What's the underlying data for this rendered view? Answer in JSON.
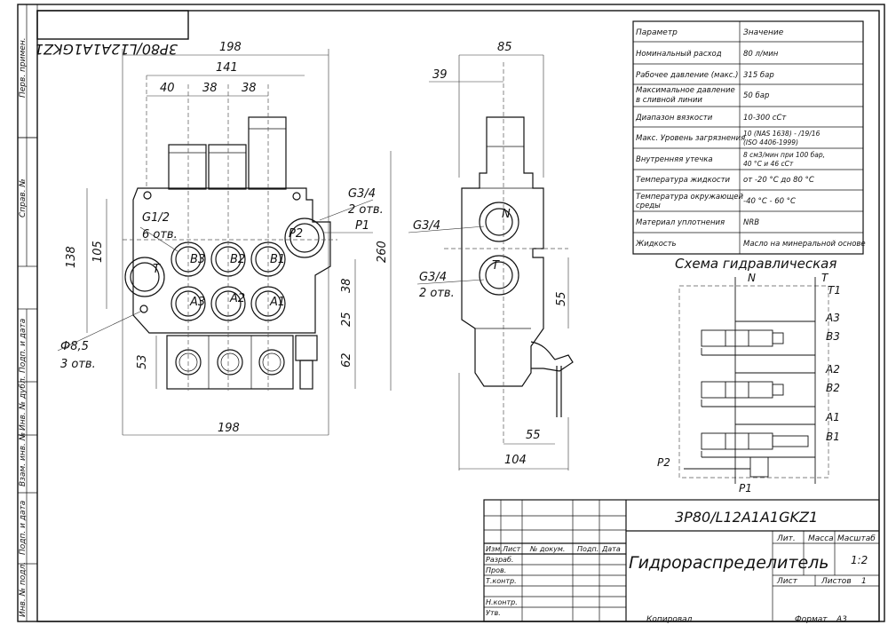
{
  "drawing": {
    "mirrored_code": "3P80/L12A1A1GKZ1",
    "designation": "3P80/L12A1A1GKZ1",
    "name": "Гидрораспределитель",
    "scale": "1:2",
    "sheet_label": "Лист",
    "sheets_label": "Листов",
    "sheets_value": "1",
    "lit_label": "Лит.",
    "mass_label": "Масса",
    "scale_label": "Масштаб",
    "copied_label": "Копировал",
    "format_label": "Формат",
    "format_value": "A3"
  },
  "side_stamp": [
    "Перв. примен.",
    "Справ. №",
    "Подп. и дата",
    "Инв. № дубл.",
    "Взам. инв. №",
    "Подп. и дата",
    "Инв. № подл."
  ],
  "title_block_rows": {
    "header": [
      "Изм.",
      "Лист",
      "№ докум.",
      "Подп.",
      "Дата"
    ],
    "roles": [
      "Разраб.",
      "Пров.",
      "Т.контр.",
      "",
      "Н.контр.",
      "Утв."
    ]
  },
  "front_view": {
    "dims": [
      "198",
      "141",
      "40",
      "38",
      "38",
      "138",
      "105",
      "260",
      "38",
      "25",
      "53",
      "62",
      "198"
    ],
    "labels": {
      "g34": "G3/4",
      "g34_count": "2 отв.",
      "p1": "P1",
      "g12": "G1/2",
      "g12_count": "6 отв.",
      "hole": "Ф8,5",
      "hole_count": "3 отв.",
      "t": "T",
      "p2": "P2",
      "b3": "B3",
      "b2": "B2",
      "b1": "B1",
      "a3": "A3",
      "a2": "A2",
      "a1": "A1"
    }
  },
  "side_view": {
    "dims": [
      "85",
      "39",
      "55",
      "55",
      "104"
    ],
    "labels": {
      "g34_top": "G3/4",
      "g34_bottom": "G3/4",
      "g34_count": "2 отв.",
      "n": "N",
      "t": "T"
    }
  },
  "param_table": {
    "header": [
      "Параметр",
      "Значение"
    ],
    "rows": [
      [
        "Номинальный расход",
        "80 л/мин"
      ],
      [
        "Рабочее давление (макс.)",
        "315 бар"
      ],
      [
        "Максимальное давление в сливной линии",
        "50 бар"
      ],
      [
        "Диапазон вязкости",
        "10-300 сСт"
      ],
      [
        "Макс. Уровень загрязнения",
        "10 (NAS 1638) - /19/16 (ISO 4406-1999)"
      ],
      [
        "Внутренняя утечка",
        "8 см3/мин при 100 бар, 40 °С и 46 сСт"
      ],
      [
        "Температура жидкости",
        "от -20 °С до 80 °С"
      ],
      [
        "Температура окружающей среды",
        "-40 °С - 60 °С"
      ],
      [
        "Материал уплотнения",
        "NRB"
      ],
      [
        "Жидкость",
        "Масло на минеральной основе"
      ]
    ]
  },
  "schematic": {
    "title": "Схема гидравлическая",
    "ports": {
      "n": "N",
      "t": "T",
      "t1": "T1",
      "a3": "A3",
      "b3": "B3",
      "a2": "A2",
      "b2": "B2",
      "a1": "A1",
      "b1": "B1",
      "p2": "P2",
      "p1": "P1"
    }
  }
}
